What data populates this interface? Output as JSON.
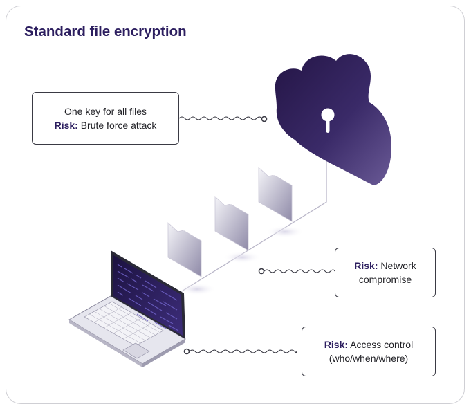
{
  "title": "Standard file encryption",
  "callouts": [
    {
      "line1": "One key for all files",
      "risk_label": "Risk:",
      "risk_text": "Brute force attack"
    },
    {
      "risk_label": "Risk:",
      "risk_text": "Network",
      "line2": "compromise"
    },
    {
      "risk_label": "Risk:",
      "risk_text": "Access control",
      "line2": "(who/when/where)"
    }
  ],
  "colors": {
    "title": "#2c1e5f",
    "cloud_dark": "#2a1a52",
    "cloud_light": "#5b4a86",
    "border": "#3a3a44"
  },
  "icons": [
    "cloud-lock-icon",
    "folder-icon",
    "laptop-icon",
    "keyhole-icon"
  ]
}
